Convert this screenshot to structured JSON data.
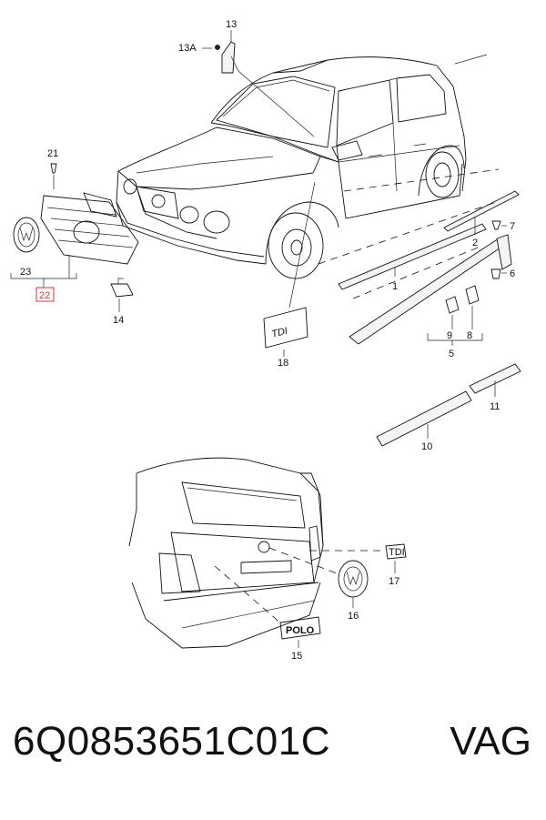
{
  "callouts": {
    "c13": "13",
    "c13a": "13A",
    "c21": "21",
    "c23": "23",
    "c22": "22",
    "c14": "14",
    "c18": "18",
    "c1": "1",
    "c2": "2",
    "c7": "7",
    "c6": "6",
    "c9": "9",
    "c8": "8",
    "c5": "5",
    "c10": "10",
    "c11": "11",
    "c17": "17",
    "c16": "16",
    "c15": "15"
  },
  "badges": {
    "front_badge": "TDI",
    "rear_badge": "POLO",
    "small_badge": "TDI"
  },
  "footer": {
    "part_number": "6Q0853651C01C",
    "brand": "VAG"
  },
  "colors": {
    "highlight_box": "#dd3333",
    "line": "#111111"
  }
}
